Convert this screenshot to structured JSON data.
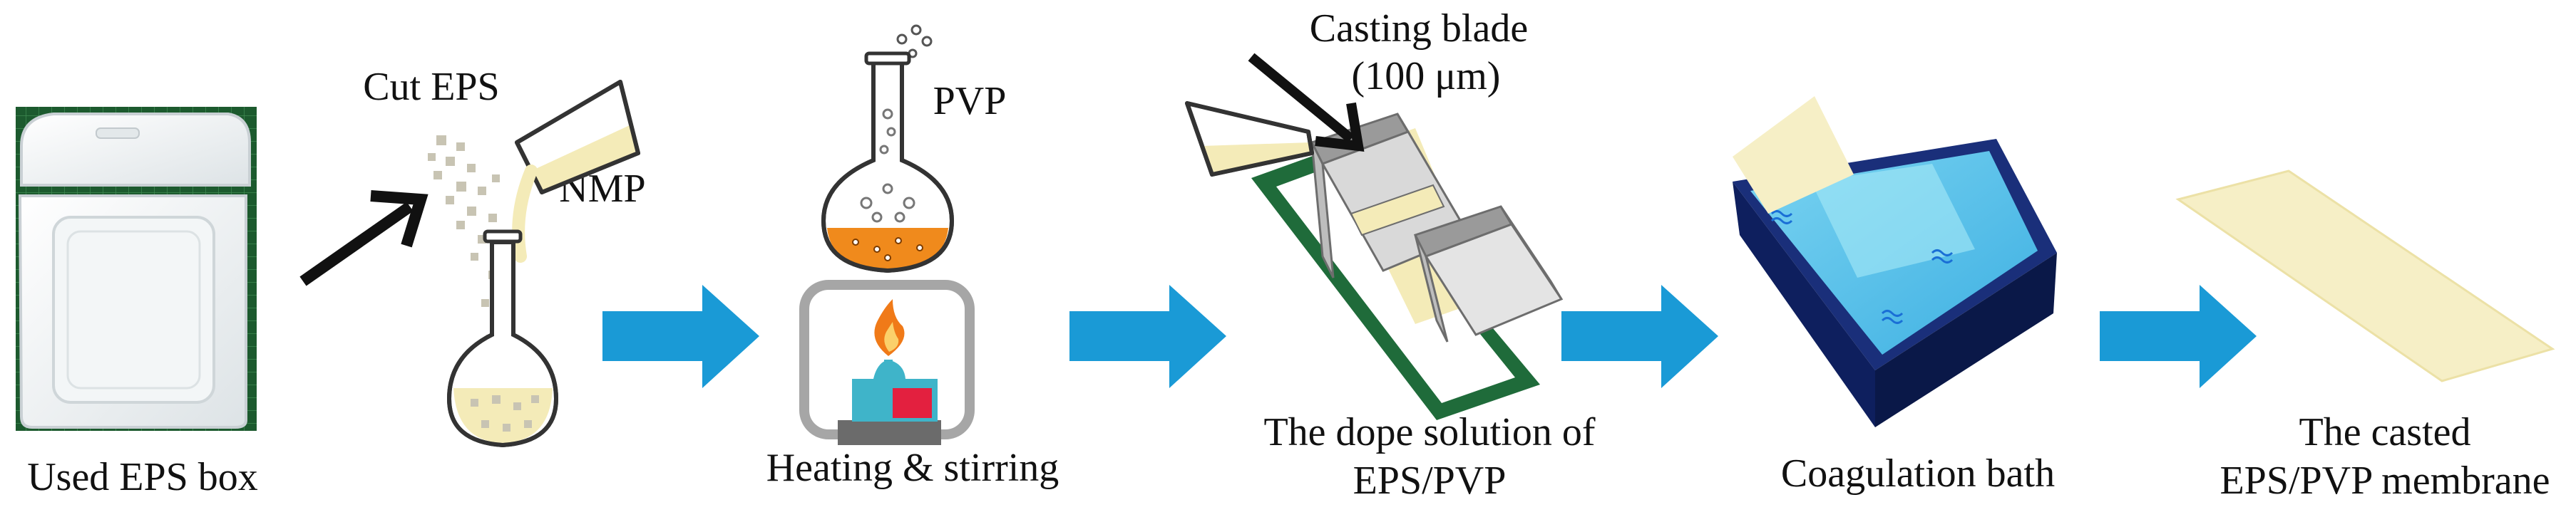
{
  "labels": {
    "used_eps_box": "Used EPS box",
    "cut_eps": "Cut EPS",
    "nmp": "NMP",
    "pvp": "PVP",
    "heating_stirring": "Heating & stirring",
    "casting_blade_line1": "Casting blade",
    "casting_blade_line2": "(100 μm)",
    "dope_line1": "The dope solution of",
    "dope_line2": "EPS/PVP",
    "coagulation_bath": "Coagulation bath",
    "casted_line1": "The casted",
    "casted_line2": "EPS/PVP membrane"
  },
  "colors": {
    "flow_arrow": "#1a9ad6",
    "solution_yellow": "#f4ebb8",
    "heated_orange": "#f08a1c",
    "mat_green": "#1f6b3a",
    "bath_navy": "#0e1f5e",
    "bath_water": "#6fd3f3",
    "membrane": "#f6efc6"
  }
}
